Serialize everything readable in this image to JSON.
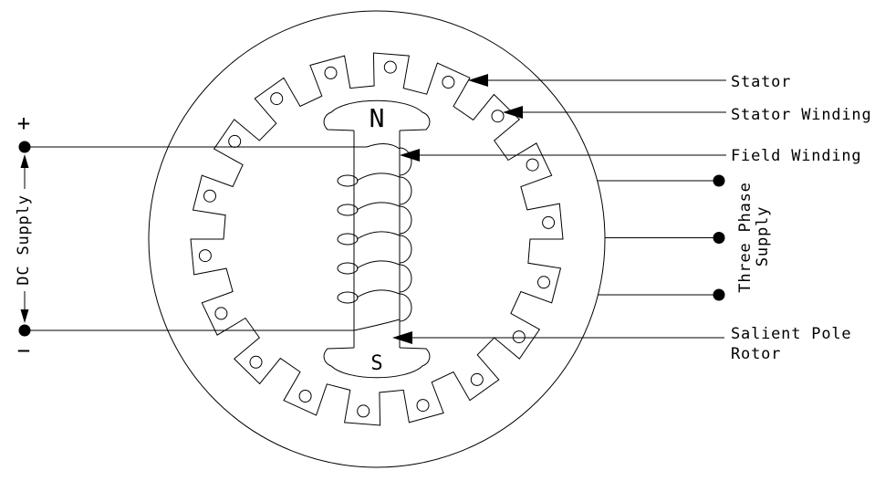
{
  "figure": {
    "stator_teeth": 18,
    "field_coil_turns": 6,
    "three_phase_terminals": 3
  },
  "labels": {
    "stator": "Stator",
    "stator_winding": "Stator Winding",
    "field_winding": "Field Winding",
    "three_phase_line1": "Three Phase",
    "three_phase_line2": "Supply",
    "salient_pole_line1": "Salient Pole",
    "salient_pole_line2": "Rotor",
    "dc_supply": "DC Supply",
    "dc_positive": "+",
    "dc_negative": "−",
    "pole_north": "N",
    "pole_south": "S"
  },
  "colors": {
    "line": "#000000",
    "background": "#ffffff"
  }
}
